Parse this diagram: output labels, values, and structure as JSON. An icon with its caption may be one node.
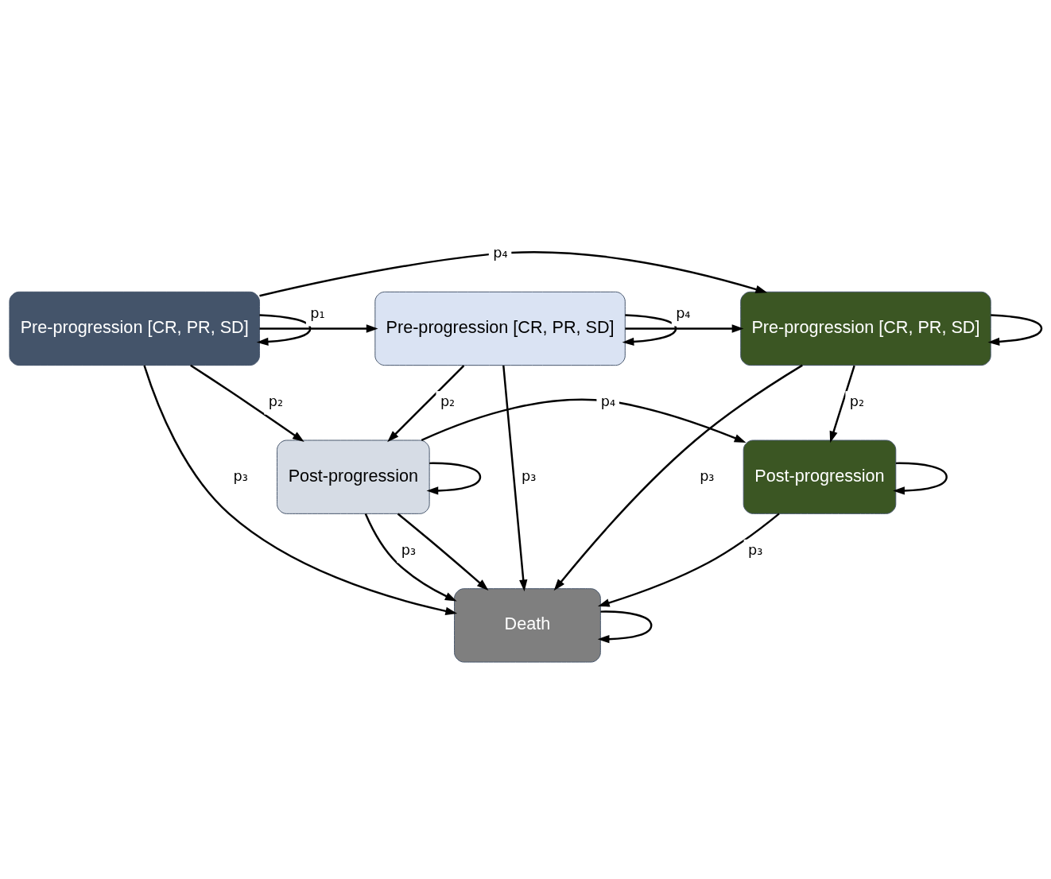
{
  "diagram": {
    "nodes": [
      {
        "text": [
          "Pre-progression [CR, PR, SD]"
        ]
      },
      {
        "text": [
          "Pre-progression [CR, PR, SD]"
        ]
      },
      {
        "text": [
          "Pre-progression [CR, PR, SD]"
        ]
      },
      {
        "text": [
          "Post-progression"
        ]
      },
      {
        "text": [
          "Post-progression"
        ]
      },
      {
        "text": [
          "Death"
        ]
      }
    ],
    "edges": [
      {
        "from": 0,
        "to": 0,
        "arrow": "to"
      },
      {
        "from": 0,
        "to": 2,
        "arrow": "to",
        "label": "p₄"
      },
      {
        "from": 0,
        "to": 1,
        "arrow": "to",
        "label": "p₁"
      },
      {
        "from": 0,
        "to": 5,
        "arrow": "to",
        "label": "p₃"
      },
      {
        "from": 0,
        "to": 3,
        "arrow": "to",
        "label": "p₂"
      },
      {
        "from": 1,
        "to": 1,
        "arrow": "to"
      },
      {
        "from": 1,
        "to": 2,
        "arrow": "to",
        "label": "p₄"
      },
      {
        "from": 1,
        "to": 5,
        "arrow": "to",
        "label": "p₃"
      },
      {
        "from": 1,
        "to": 3,
        "arrow": "to",
        "label": "p₂"
      },
      {
        "from": 2,
        "to": 2,
        "arrow": "to"
      },
      {
        "from": 2,
        "to": 5,
        "arrow": "to",
        "label": "p₃"
      },
      {
        "from": 2,
        "to": 4,
        "arrow": "to",
        "label": "p₂"
      },
      {
        "from": 3,
        "to": 3,
        "arrow": "to"
      },
      {
        "from": 3,
        "to": 4,
        "arrow": "to",
        "label": "p₄"
      },
      {
        "from": 3,
        "to": 5,
        "arrow": "to",
        "label": "p₃"
      },
      {
        "from": 3,
        "to": 5,
        "arrow": "to"
      },
      {
        "from": 4,
        "to": 4,
        "arrow": "to"
      },
      {
        "from": 4,
        "to": 5,
        "arrow": "to",
        "label": "p₃"
      },
      {
        "from": 5,
        "to": 5,
        "arrow": "to"
      }
    ]
  }
}
